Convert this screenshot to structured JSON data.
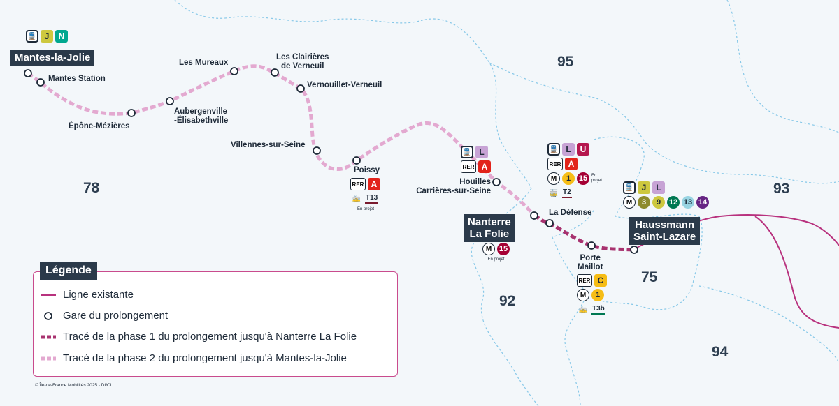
{
  "departments": [
    "78",
    "95",
    "92",
    "93",
    "75",
    "94"
  ],
  "stations": [
    {
      "name": "Mantes-la-Jolie",
      "boxed": true
    },
    {
      "name": "Mantes Station"
    },
    {
      "name": "Épône-Mézières"
    },
    {
      "name": "Aubergenville -Élisabethville",
      "line1": "Aubergenville",
      "line2": "-Élisabethville"
    },
    {
      "name": "Les Mureaux"
    },
    {
      "name": "Les Clairières de Verneuil",
      "line1": "Les Clairières",
      "line2": "de Verneuil"
    },
    {
      "name": "Vernouillet-Verneuil"
    },
    {
      "name": "Villennes-sur-Seine"
    },
    {
      "name": "Poissy"
    },
    {
      "name": "Houilles Carrières-sur-Seine",
      "line1": "Houilles",
      "line2": "Carrières-sur-Seine"
    },
    {
      "name": "Nanterre La Folie",
      "boxed": true,
      "line1": "Nanterre",
      "line2": "La Folie"
    },
    {
      "name": "La Défense"
    },
    {
      "name": "Porte Maillot",
      "line1": "Porte",
      "line2": "Maillot"
    },
    {
      "name": "Haussmann Saint-Lazare",
      "boxed": true,
      "line1": "Haussmann",
      "line2": "Saint-Lazare"
    }
  ],
  "correspondences": {
    "mantes": {
      "lines": [
        "J",
        "N"
      ]
    },
    "poissy": {
      "rer": "RER",
      "rer_line": "A",
      "tram": "T13",
      "tram_note": "En projet"
    },
    "houilles": {
      "train": "L",
      "rer": "RER",
      "rer_line": "A"
    },
    "nanterre": {
      "metro": "M",
      "metro_line": "15",
      "note": "En projet"
    },
    "defense": {
      "train1": "L",
      "train2": "U",
      "rer": "RER",
      "rer_line": "A",
      "metro": "M",
      "metro1": "1",
      "metro2": "15",
      "metro_note": "En projet",
      "tram": "T2"
    },
    "haussmann": {
      "train1": "J",
      "train2": "L",
      "metro": "M",
      "metros": [
        "3",
        "9",
        "12",
        "13",
        "14"
      ]
    },
    "porte_maillot": {
      "rer": "RER",
      "rer_line": "C",
      "metro": "M",
      "metro_line": "1",
      "tram": "T3b"
    }
  },
  "legend": {
    "title": "Légende",
    "items": [
      {
        "label": "Ligne existante"
      },
      {
        "label": "Gare du prolongement"
      },
      {
        "label": "Tracé de la phase 1 du prolongement jusqu'à Nanterre La Folie"
      },
      {
        "label": "Tracé de la phase 2 du prolongement jusqu'à Mantes-la-Jolie"
      }
    ]
  },
  "credit": "© Île-de-France Mobilités 2025 - DI/CI",
  "colors": {
    "existing": "#b8327e",
    "phase1": "#a8326f",
    "phase2": "#e3a9d0",
    "rer_a": "#e2231a",
    "rer_c": "#f6bd16",
    "train_j": "#cdc83f",
    "train_n": "#00a88f",
    "train_l": "#c7a3d5",
    "train_u": "#b5174e",
    "metro_1": "#f6bd16",
    "metro_3": "#8d8a2c",
    "metro_9": "#cdc83f",
    "metro_12": "#007852",
    "metro_13": "#98d4e2",
    "metro_14": "#662483",
    "metro_15": "#a50034",
    "boundary": "#87c8e8"
  }
}
